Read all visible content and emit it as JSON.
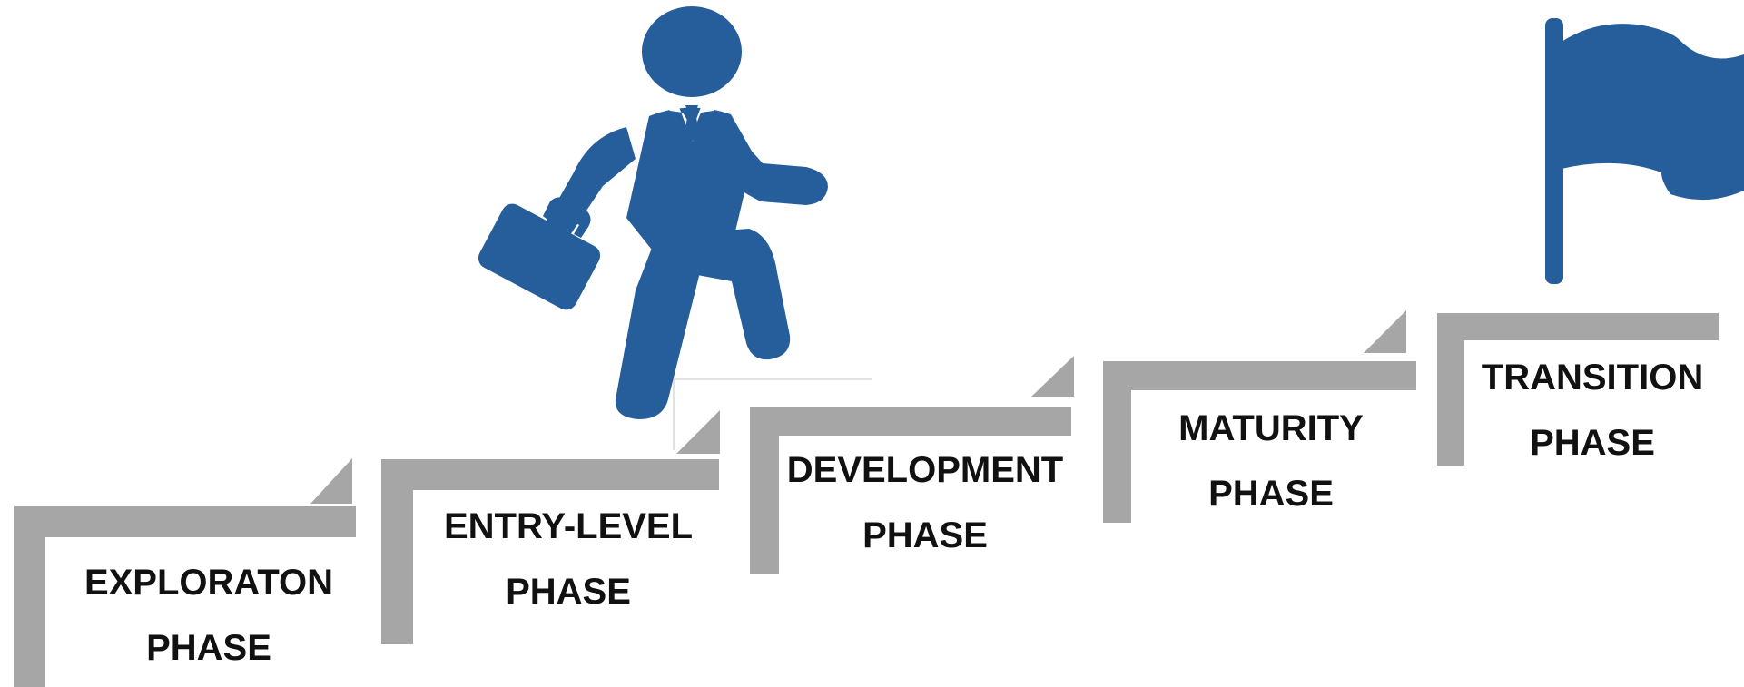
{
  "colors": {
    "step": "#a6a6a6",
    "figure": "#255e9b",
    "text": "#111111",
    "background": "#ffffff"
  },
  "figure_icon": "businessman-climbing-icon",
  "flag_icon": "flag-icon",
  "phases": [
    {
      "line1": "EXPLORATON",
      "line2": "PHASE"
    },
    {
      "line1": "ENTRY-LEVEL",
      "line2": "PHASE"
    },
    {
      "line1": "DEVELOPMENT",
      "line2": "PHASE"
    },
    {
      "line1": "MATURITY",
      "line2": "PHASE"
    },
    {
      "line1": "TRANSITION",
      "line2": "PHASE"
    }
  ]
}
